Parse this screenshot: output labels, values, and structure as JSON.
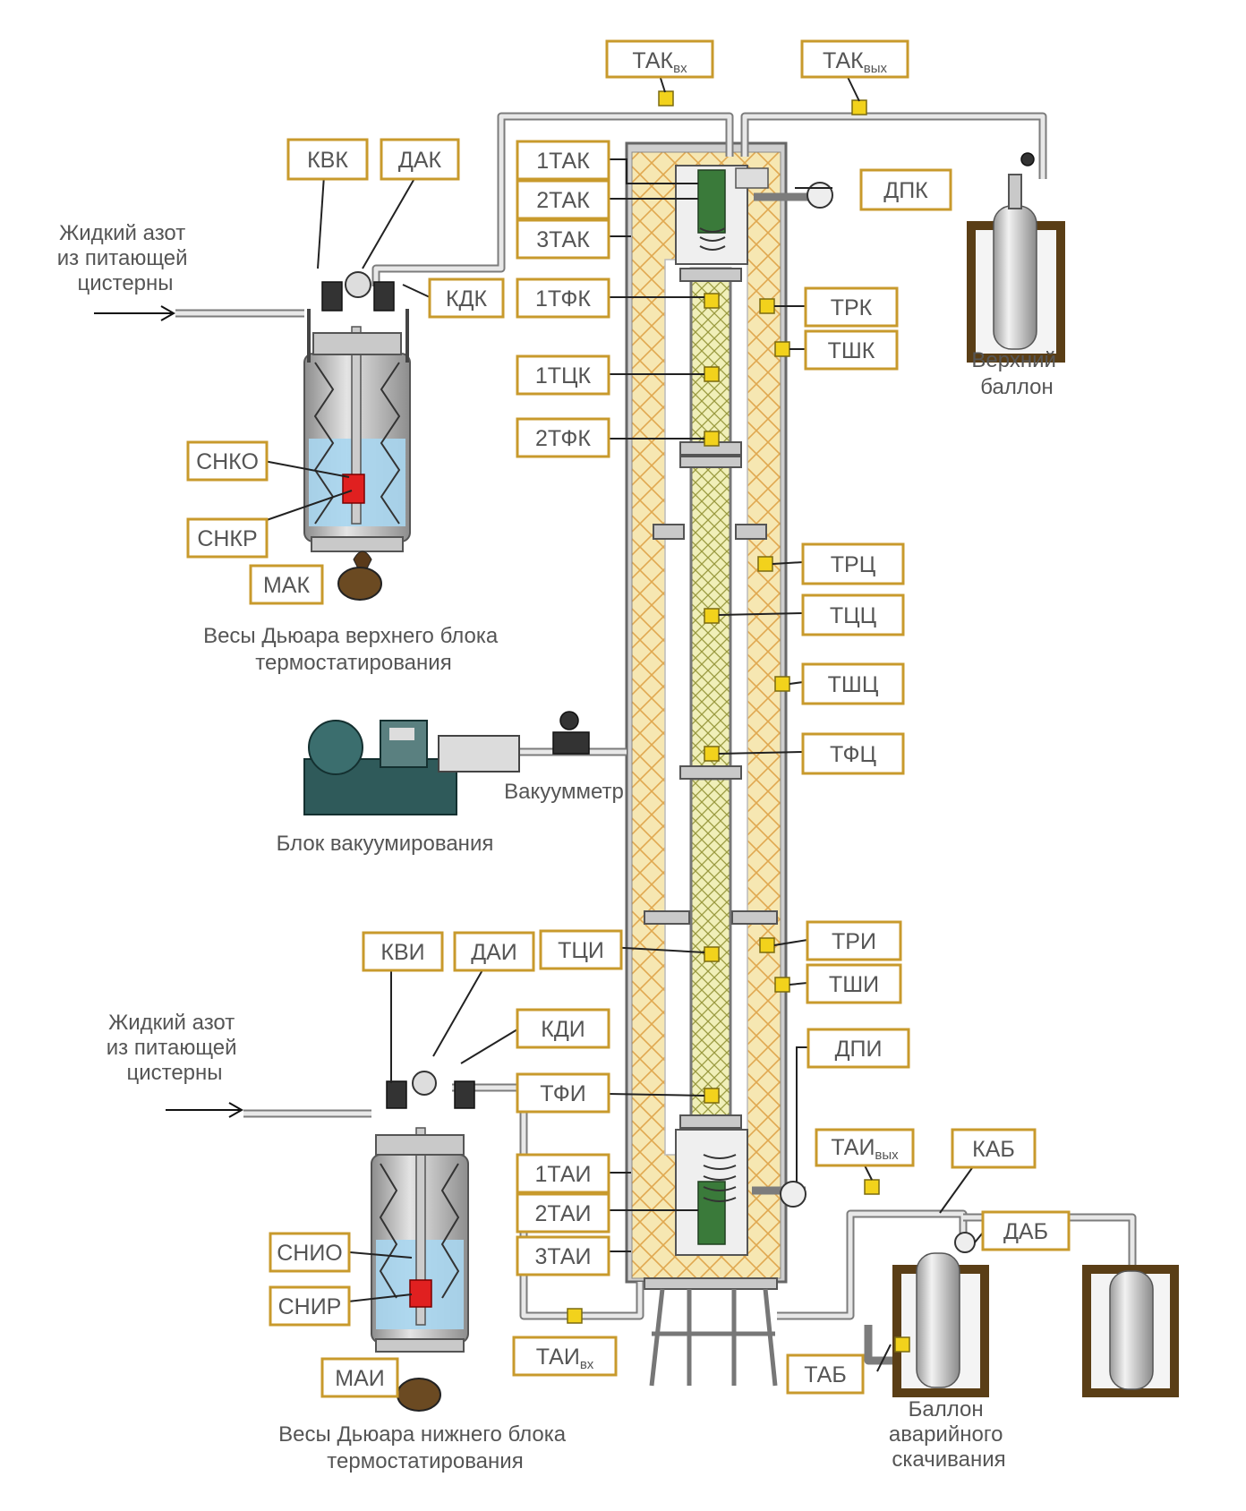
{
  "tags": {
    "tak_in": "ТАК",
    "tak_in_sub": "вх",
    "tak_out": "ТАК",
    "tak_out_sub": "вых",
    "kvk": "КВК",
    "dak": "ДАК",
    "kdk": "КДК",
    "t1tak": "1ТАК",
    "t2tak": "2ТАК",
    "t3tak": "3ТАК",
    "dpk": "ДПК",
    "t1tfk": "1ТФК",
    "trk": "ТРК",
    "tshk": "ТШК",
    "t1tck": "1ТЦК",
    "t2tfk": "2ТФК",
    "snko": "СНКО",
    "snkr": "СНКР",
    "mak": "МАК",
    "trc": "ТРЦ",
    "tcc": "ТЦЦ",
    "tshc": "ТШЦ",
    "tfc": "ТФЦ",
    "kvi": "КВИ",
    "dai": "ДАИ",
    "tci": "ТЦИ",
    "tri": "ТРИ",
    "tshi": "ТШИ",
    "kdi": "КДИ",
    "dpi": "ДПИ",
    "tfi": "ТФИ",
    "tai_out": "ТАИ",
    "tai_out_sub": "вых",
    "kab": "КАБ",
    "dab": "ДАБ",
    "t1tai": "1ТАИ",
    "t2tai": "2ТАИ",
    "t3tai": "3ТАИ",
    "snio": "СНИО",
    "snir": "СНИР",
    "mai": "МАИ",
    "tai_in": "ТАИ",
    "tai_in_sub": "вх",
    "tab": "ТАБ"
  },
  "captions": {
    "feed_top": [
      "Жидкий азот",
      "из питающей",
      "цистерны"
    ],
    "feed_bottom": [
      "Жидкий азот",
      "из питающей",
      "цистерны"
    ],
    "scale_top": [
      "Весы Дьюара верхнего блока",
      "термостатирования"
    ],
    "scale_bottom": [
      "Весы Дьюара нижнего блока",
      "термостатирования"
    ],
    "upper_cylinder": [
      "Верхний",
      "баллон"
    ],
    "vacuum_unit": "Блок вакуумирования",
    "vacuum_gauge": "Вакуумметр",
    "emergency_cylinder": [
      "Баллон",
      "аварийного",
      "скачивания"
    ]
  },
  "colors": {
    "tag_border": "#c89a2c",
    "sensor": "#f2d21c",
    "insulation": "#f6e7b2",
    "packing": "#c8c87a",
    "liquid_nitrogen": "#a9d6ef",
    "heater": "#e02020",
    "vacuum_unit": "#2f5a5a",
    "dewar": "#5a3e16"
  }
}
